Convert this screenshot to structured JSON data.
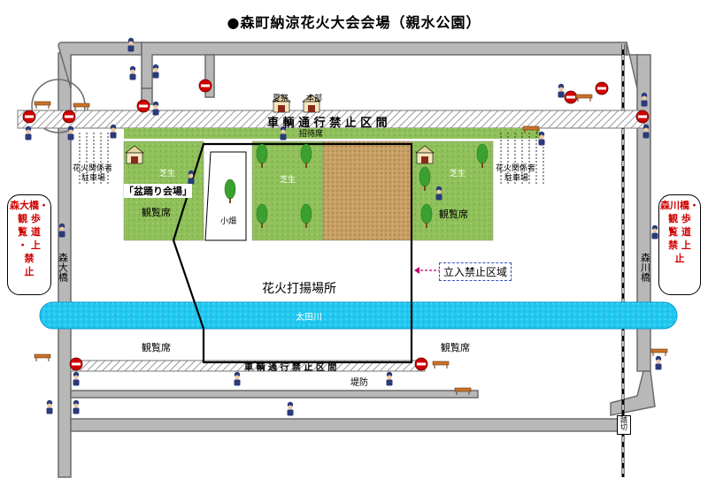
{
  "title": "●森町納涼花火大会会場（親水公園）",
  "labels": {
    "no_traffic_top": "車 輌 通 行 禁 止 区 間",
    "no_traffic_bottom": "車 輌 通 行 禁 止 区 間",
    "reception": "招待席",
    "viewing_seat_upper_left": "観覧席",
    "viewing_seat_upper_right": "観覧席",
    "viewing_seat_lower_left": "観覧席",
    "viewing_seat_lower_right": "観覧席",
    "bon_dance": "「盆踊り会場」",
    "fireworks_site": "花火打揚場所",
    "restricted_area": "立入禁止区域",
    "river": "太田川",
    "small_field": "小畑",
    "embankment": "堤防",
    "lawn_1": "芝生",
    "lawn_2": "芝生",
    "lawn_3": "芝生",
    "festival_hut": "夏祭",
    "headquarters_hut": "本部",
    "parking_left": "花火関係者",
    "parking_left_2": "駐車場",
    "parking_right": "花火関係者",
    "parking_right_2": "駐車場",
    "bridge_left": "森大橋",
    "bridge_right": "森川橋",
    "level_crossing": "踏切"
  },
  "callouts": {
    "left": [
      "森大橋・",
      "観",
      "覧",
      "・",
      "禁",
      "止",
      "歩道上"
    ],
    "left_lines": [
      "森大橋・",
      "観 歩",
      "覧 道",
      "・ 上",
      "禁",
      "止"
    ],
    "right_lines": [
      "森川橋・",
      "観 歩",
      "覧 道",
      "禁 上",
      "止"
    ]
  },
  "colors": {
    "lawn": "#8fc05a",
    "sand": "#c9a064",
    "river": "#22c8f0",
    "road": "#b8b8b8",
    "no_entry": "#d00000",
    "callout_text": "#d00000",
    "police": "#2a3b7a"
  },
  "icons": [
    "no-entry-sign-icon",
    "police-officer-icon",
    "barricade-icon",
    "tree-icon",
    "hut-icon",
    "arrow-left-icon"
  ]
}
